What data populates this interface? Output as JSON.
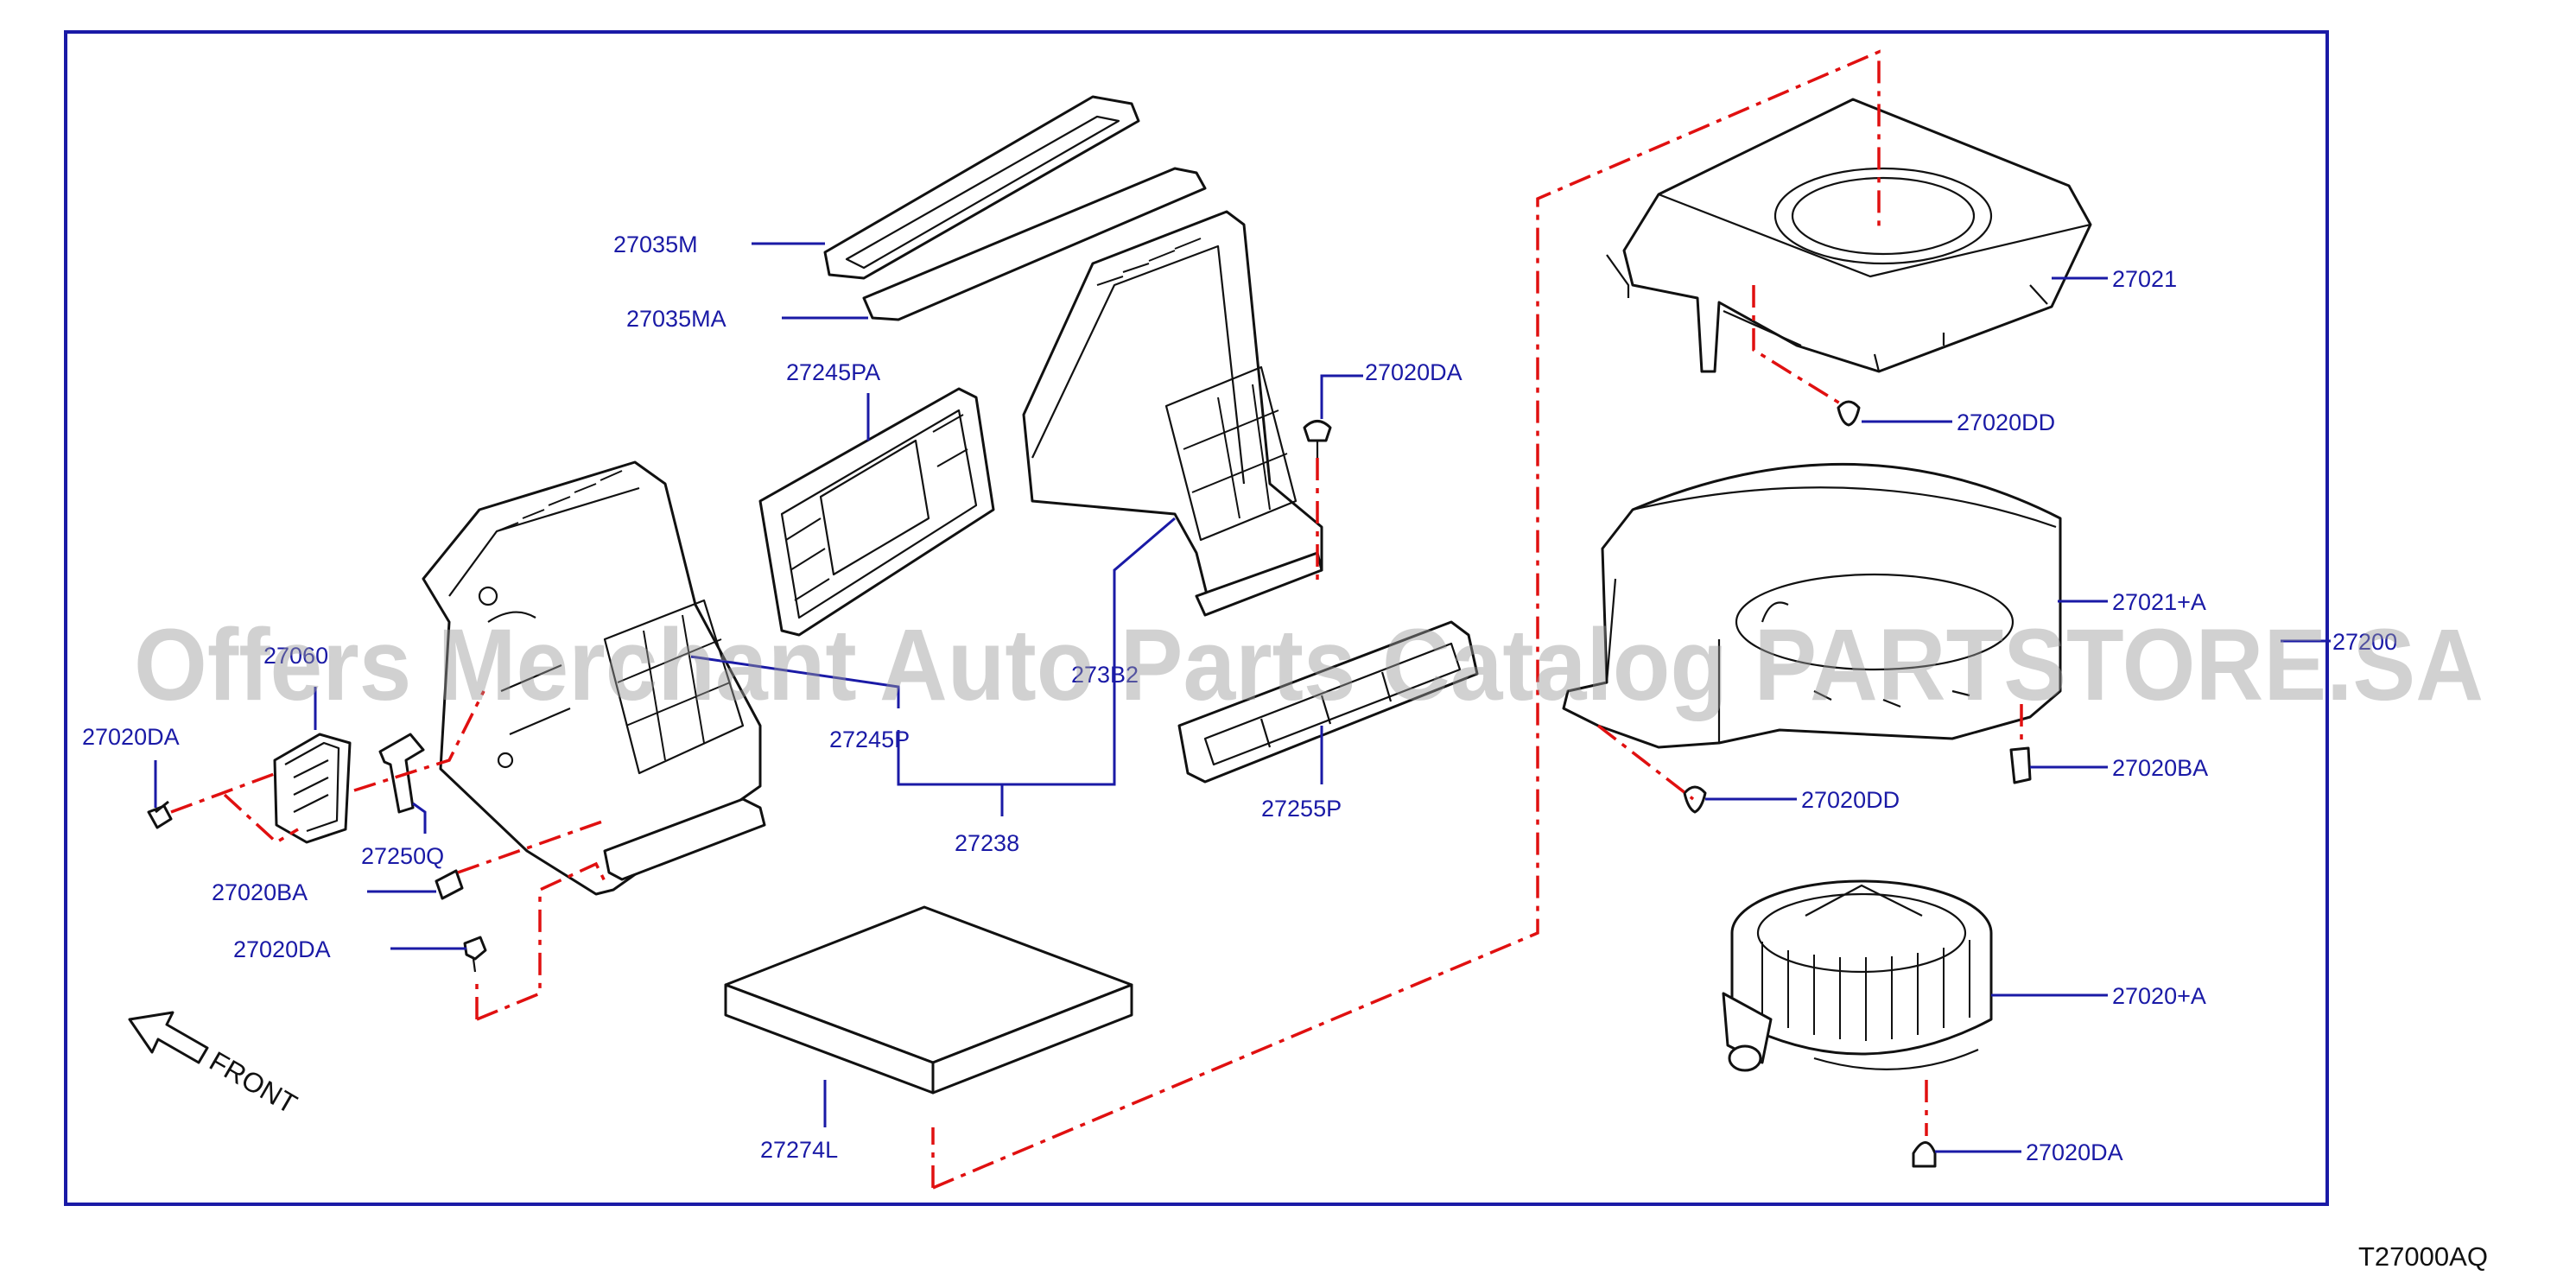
{
  "diagram_code": "T27000AQ",
  "watermark": "Offers Merchant Auto Parts Catalog PARTSTORE.SA",
  "orientation_label": "FRONT",
  "colors": {
    "frame": "#1a1aa6",
    "label": "#1a1aa6",
    "phantom_line": "#e01010",
    "drawing": "#111111"
  },
  "labels": {
    "p27035M": "27035M",
    "p27035MA": "27035MA",
    "p27245PA": "27245PA",
    "p27020DA_top": "27020DA",
    "p27021": "27021",
    "p27020DD_upper": "27020DD",
    "p27021A": "27021+A",
    "p27200": "27200",
    "p27020BA_right": "27020BA",
    "p27020DD_lower": "27020DD",
    "p27020A": "27020+A",
    "p27020DA_bottom": "27020DA",
    "p27060": "27060",
    "p27020DA_left": "27020DA",
    "p27245P": "27245P",
    "p273B2": "273B2",
    "p27238": "27238",
    "p27255P": "27255P",
    "p27250Q": "27250Q",
    "p27020BA_left": "27020BA",
    "p27020DA_left_lower": "27020DA",
    "p27274L": "27274L"
  }
}
